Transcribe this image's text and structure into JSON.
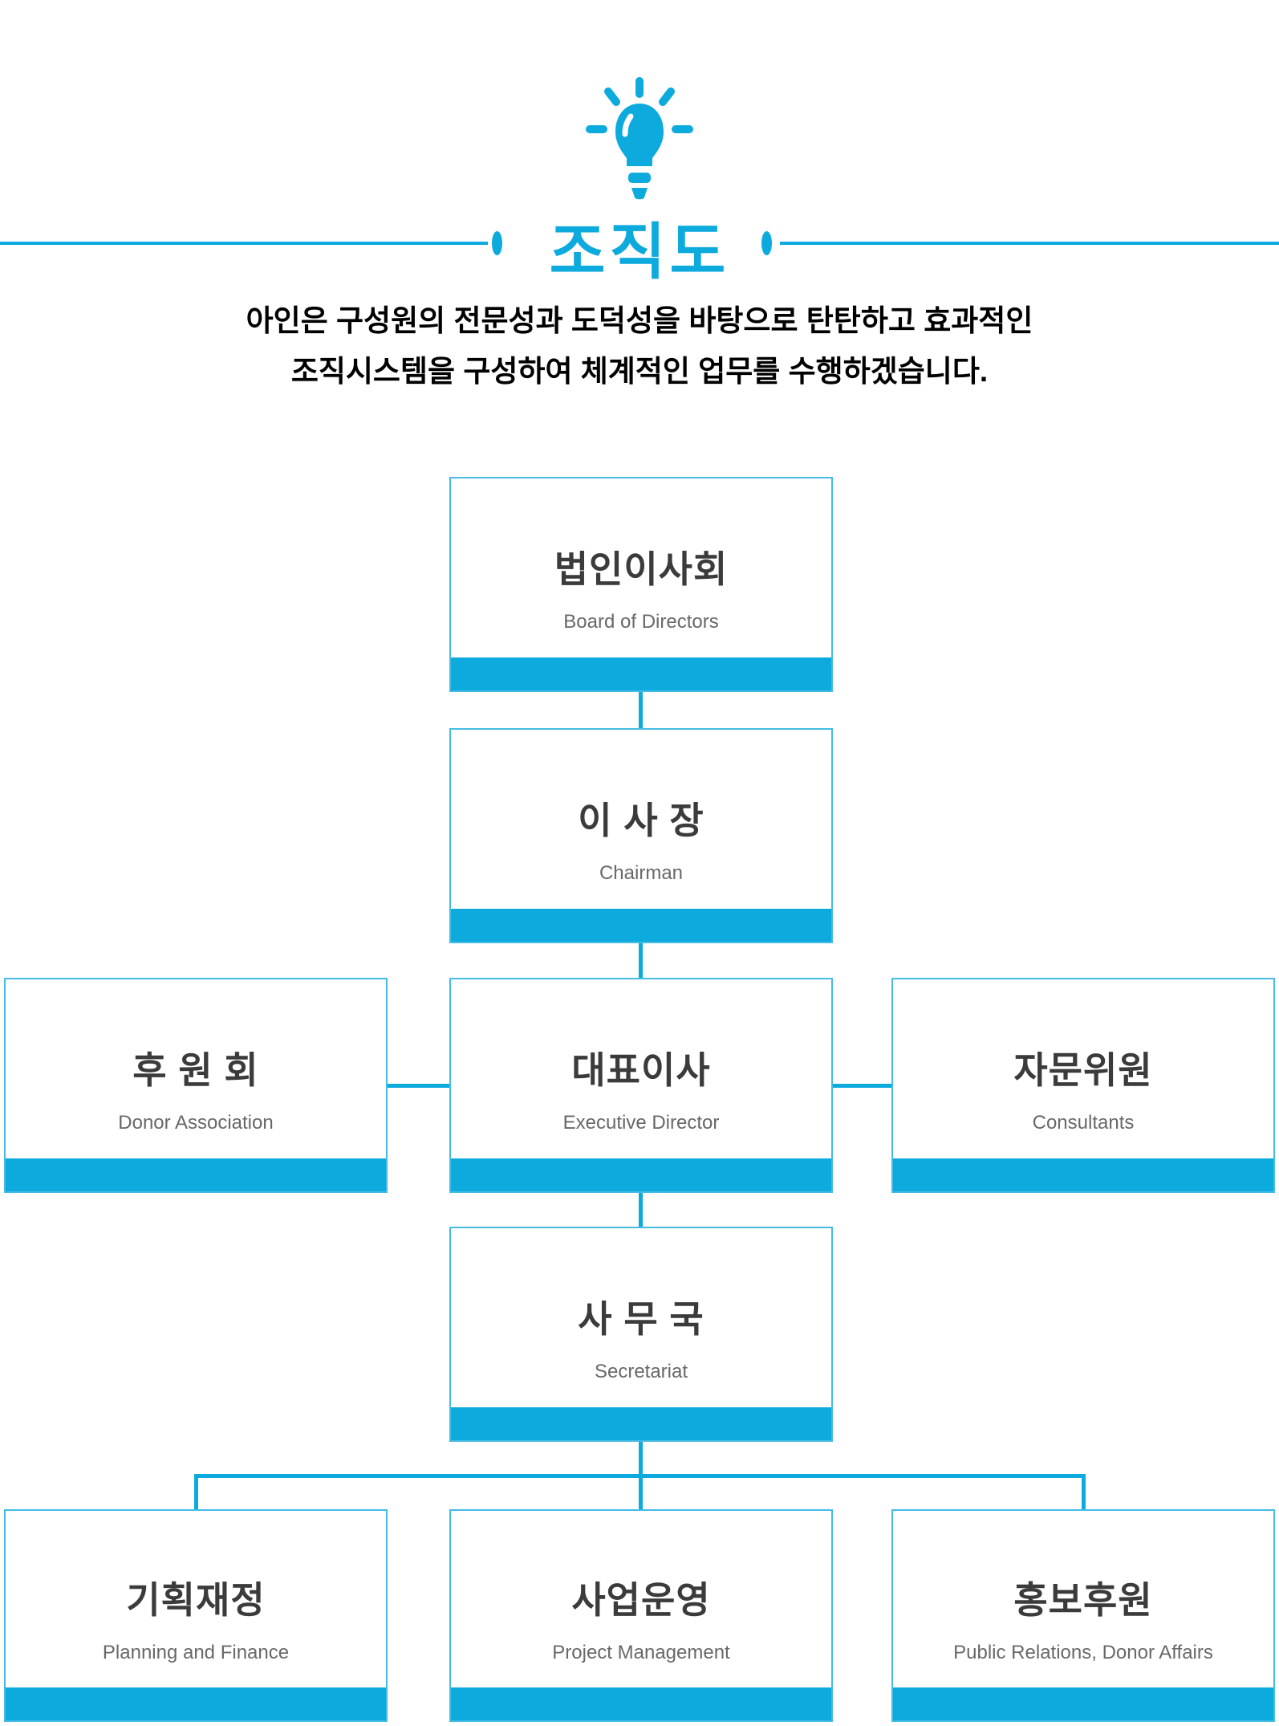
{
  "colors": {
    "accent": "#0daade",
    "box_border": "#45bbe5",
    "ko_text": "#3b3b3b",
    "en_text": "#686868",
    "subtitle_text": "#000000"
  },
  "header": {
    "icon": "lightbulb-icon",
    "title": "조직도",
    "subtitle_line1": "아인은 구성원의 전문성과 도덕성을 바탕으로 탄탄하고 효과적인",
    "subtitle_line2": "조직시스템을 구성하여 체계적인 업무를 수행하겠습니다."
  },
  "org_chart": {
    "type": "organization-diagram",
    "nodes": [
      {
        "id": "board-of-directors",
        "title_ko": "법인이사회",
        "title_en": "Board of Directors",
        "level": 1
      },
      {
        "id": "chairman",
        "title_ko": "이 사 장",
        "title_en": "Chairman",
        "level": 2
      },
      {
        "id": "donor-association",
        "title_ko": "후 원 회",
        "title_en": "Donor Association",
        "level": 3
      },
      {
        "id": "executive-director",
        "title_ko": "대표이사",
        "title_en": "Executive Director",
        "level": 3
      },
      {
        "id": "consultants",
        "title_ko": "자문위원",
        "title_en": "Consultants",
        "level": 3
      },
      {
        "id": "secretariat",
        "title_ko": "사 무 국",
        "title_en": "Secretariat",
        "level": 4
      },
      {
        "id": "planning-finance",
        "title_ko": "기획재정",
        "title_en": "Planning and Finance",
        "level": 5
      },
      {
        "id": "project-management",
        "title_ko": "사업운영",
        "title_en": "Project Management",
        "level": 5
      },
      {
        "id": "pr-donor-affairs",
        "title_ko": "홍보후원",
        "title_en": "Public Relations, Donor Affairs",
        "level": 5
      }
    ],
    "edges": [
      [
        "board-of-directors",
        "chairman"
      ],
      [
        "chairman",
        "executive-director"
      ],
      [
        "donor-association",
        "executive-director"
      ],
      [
        "executive-director",
        "consultants"
      ],
      [
        "executive-director",
        "secretariat"
      ],
      [
        "secretariat",
        "planning-finance"
      ],
      [
        "secretariat",
        "project-management"
      ],
      [
        "secretariat",
        "pr-donor-affairs"
      ]
    ]
  }
}
